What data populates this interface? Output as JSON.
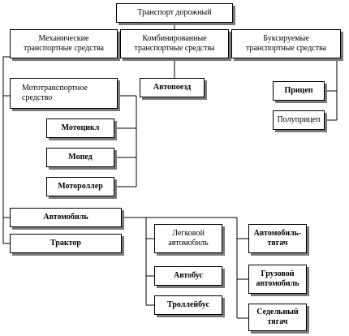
{
  "diagram": {
    "root": "Транспорт дорожный",
    "categories": {
      "mechanical": "Механические\nтранспортные средства",
      "combined": "Комбинированные\nтранспортные средства",
      "towed": "Буксируемые\nтранспортные средства"
    },
    "motor": {
      "title": "Мототранспортное\nсредство",
      "motorcycle": "Мотоцикл",
      "moped": "Мопед",
      "scooter": "Мотороллер"
    },
    "car": {
      "title": "Автомобиль",
      "passenger": "Легковой\nавтомобиль",
      "bus": "Автобус",
      "trolleybus": "Троллейбус",
      "tractor_unit": "Автомобиль-\nтягач",
      "truck": "Грузовой\nавтомобиль",
      "semi_tractor": "Седельный\nтягач"
    },
    "tractor": "Трактор",
    "motorhome": "Автопоезд",
    "trailers": {
      "trailer": "Прицеп",
      "semitrailer": "Полуприцеп"
    }
  }
}
